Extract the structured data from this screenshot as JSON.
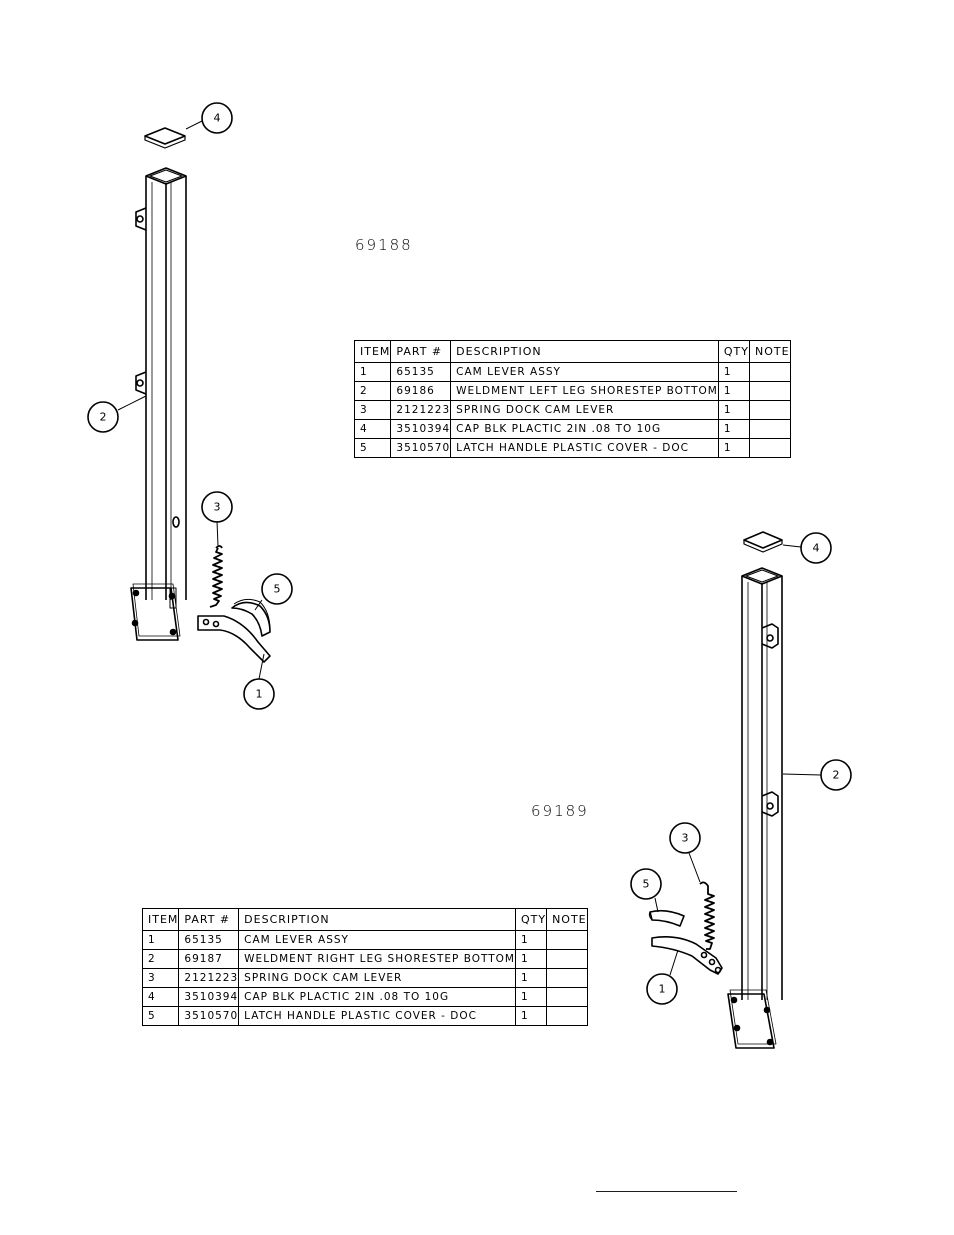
{
  "assembly_left": {
    "part_number": "69188",
    "table": {
      "headers": [
        "ITEM",
        "PART #",
        "DESCRIPTION",
        "QTY",
        "NOTE"
      ],
      "rows": [
        [
          "1",
          "65135",
          "CAM LEVER ASSY",
          "1",
          ""
        ],
        [
          "2",
          "69186",
          "WELDMENT LEFT LEG SHORESTEP BOTTOM",
          "1",
          ""
        ],
        [
          "3",
          "2121223",
          "SPRING DOCK CAM LEVER",
          "1",
          ""
        ],
        [
          "4",
          "3510394",
          "CAP BLK PLACTIC 2IN .08 TO 10G",
          "1",
          ""
        ],
        [
          "5",
          "3510570",
          "LATCH HANDLE PLASTIC COVER - DOC",
          "1",
          ""
        ]
      ]
    },
    "balloons": [
      "4",
      "2",
      "3",
      "5",
      "1"
    ]
  },
  "assembly_right": {
    "part_number": "69189",
    "table": {
      "headers": [
        "ITEM",
        "PART #",
        "DESCRIPTION",
        "QTY",
        "NOTE"
      ],
      "rows": [
        [
          "1",
          "65135",
          "CAM LEVER ASSY",
          "1",
          ""
        ],
        [
          "2",
          "69187",
          "WELDMENT RIGHT LEG SHORESTEP BOTTOM",
          "1",
          ""
        ],
        [
          "3",
          "2121223",
          "SPRING DOCK CAM LEVER",
          "1",
          ""
        ],
        [
          "4",
          "3510394",
          "CAP BLK PLACTIC 2IN .08 TO 10G",
          "1",
          ""
        ],
        [
          "5",
          "3510570",
          "LATCH HANDLE PLASTIC COVER - DOC",
          "1",
          ""
        ]
      ]
    },
    "balloons": [
      "4",
      "2",
      "3",
      "5",
      "1"
    ]
  },
  "colors": {
    "line": "#000000",
    "link": "#0000ff"
  }
}
